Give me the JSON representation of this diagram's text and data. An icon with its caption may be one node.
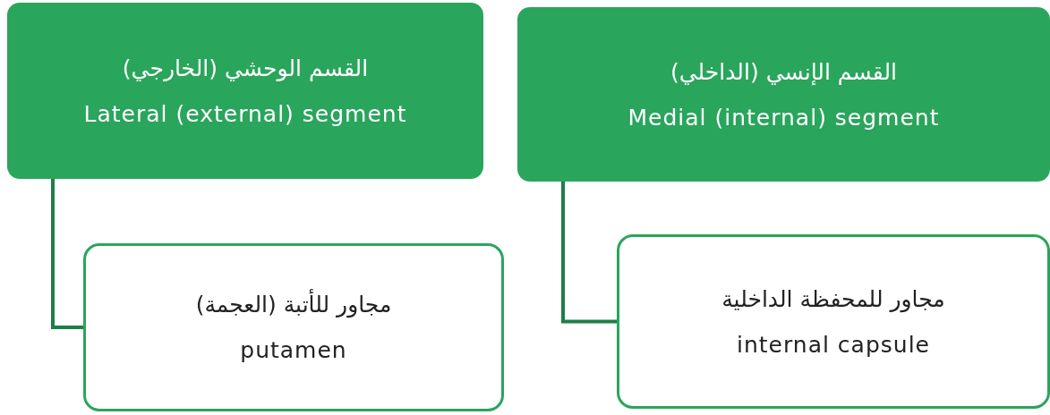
{
  "diagram": {
    "nodes": [
      {
        "text": [
          "القسم الوحشي (الخارجي)",
          "Lateral (external) segment"
        ]
      },
      {
        "text": [
          "مجاور للأتبة (العجمة)",
          "putamen"
        ]
      },
      {
        "text": [
          "القسم الإنسي (الداخلي)",
          "Medial (internal) segment"
        ]
      },
      {
        "text": [
          "مجاور للمحفظة الداخلية",
          "internal capsule"
        ]
      }
    ],
    "edges": [
      {
        "from": 0,
        "to": 1,
        "arrow": "none"
      },
      {
        "from": 2,
        "to": 3,
        "arrow": "none"
      }
    ]
  }
}
